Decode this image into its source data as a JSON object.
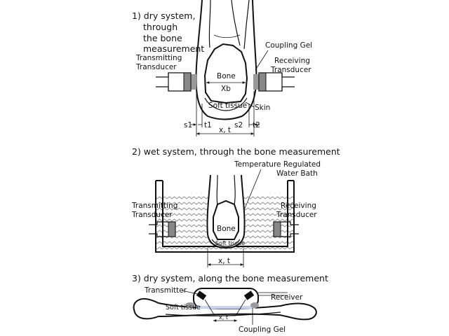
{
  "panel1": {
    "title_lines": [
      "1) dry system,",
      "through",
      "the bone",
      "measurement"
    ],
    "coupling_gel": "Coupling Gel",
    "transmitting_lines": [
      "Transmitting",
      "Transducer"
    ],
    "receiving_lines": [
      "Receiving",
      "Transducer"
    ],
    "bone": "Bone",
    "xb": "Xb",
    "soft_tissue": "Soft tissue",
    "skin": "Skin",
    "s1": "s1",
    "t1": "t1",
    "s2": "s2",
    "t2": "t2",
    "xt": "x, t"
  },
  "panel2": {
    "title": "2) wet system, through the bone measurement",
    "bath_lines": [
      "Temperature Regulated",
      "Water Bath"
    ],
    "transmitting_lines": [
      "Transmitting",
      "Transducer"
    ],
    "receiving_lines": [
      "Receiving",
      "Transducer"
    ],
    "bone": "Bone",
    "soft_tissue": "Soft tissue",
    "xt": "x, t"
  },
  "panel3": {
    "title": "3) dry system, along the bone measurement",
    "transmitter": "Transmitter",
    "receiver": "Receiver",
    "soft_tissue": "Soft tissue",
    "xt": "x, t",
    "coupling_gel": "Coupling Gel"
  },
  "colors": {
    "ink": "#111111",
    "gel_gray": "#9a9a9a",
    "probe_blue": "#c9d3f0",
    "water_wave": "#8a8a8a"
  }
}
